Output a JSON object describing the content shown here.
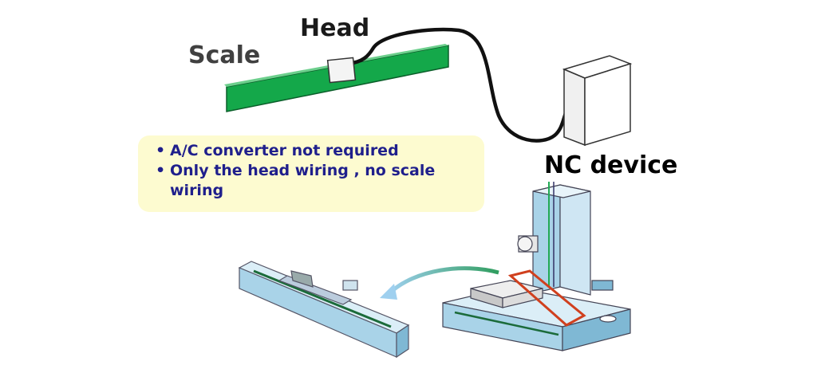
{
  "labels": {
    "scale": "Scale",
    "head": "Head",
    "nc_device": "NC device"
  },
  "notes": [
    "A/C converter not required",
    "Only the head wiring , no scale wiring"
  ],
  "colors": {
    "scale_green": "#14a84a",
    "note_bg": "#fdfbd0",
    "note_text": "#1f1f8c",
    "machine_blue": "#a9d3e8",
    "highlight_red": "#d0401e"
  }
}
